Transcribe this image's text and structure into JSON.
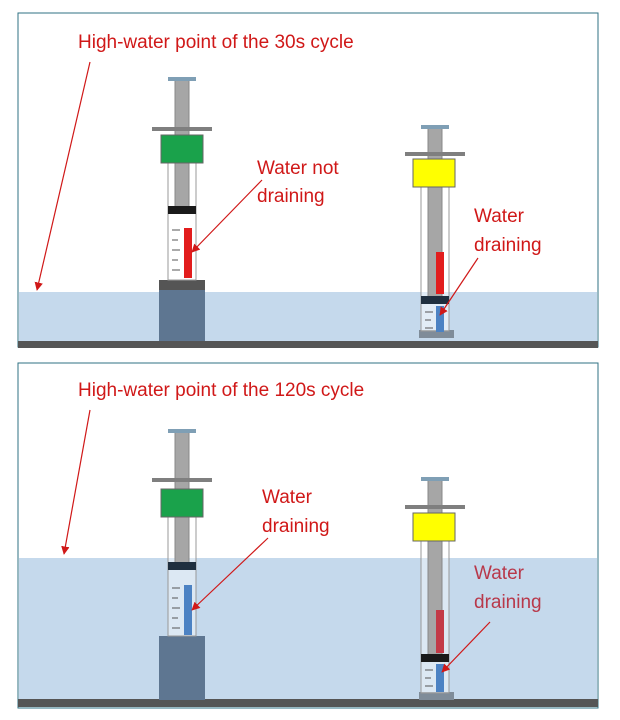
{
  "colors": {
    "label_red": "#d01818",
    "label_red_muted": "#b8384a",
    "water": "#c5d9ec",
    "frame": "#2f7283",
    "ground": "#555555",
    "stand": "#5e7691",
    "tag_green": "#1aa24b",
    "tag_yellow": "#ffff00",
    "indicator_red": "#e21d1d",
    "indicator_blue": "#4c82c3"
  },
  "panels": [
    {
      "title": "High-water point of the 30s cycle",
      "left_label": [
        "Water not",
        "draining"
      ],
      "right_label": [
        "Water",
        "draining"
      ]
    },
    {
      "title": "High-water point of the 120s cycle",
      "left_label": [
        "Water",
        "draining"
      ],
      "right_label": [
        "Water",
        "draining"
      ]
    }
  ]
}
